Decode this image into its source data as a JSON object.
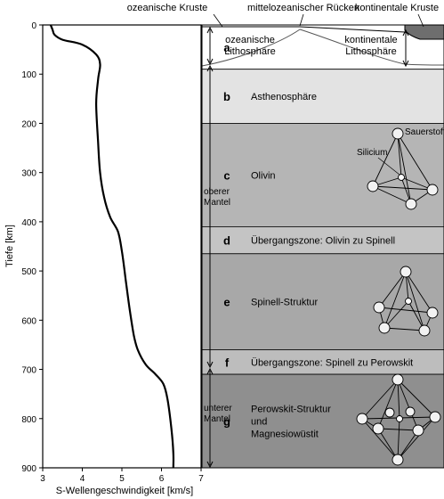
{
  "top_labels": {
    "oceanic_crust": "ozeanische Kruste",
    "mid_ocean_ridge": "mittelozeanischer Rücken",
    "continental_crust": "kontinentale Kruste"
  },
  "lithosphere_labels": {
    "oceanic": [
      "ozeanische",
      "Lithosphäre"
    ],
    "continental": [
      "kontinentale",
      "Lithosphäre"
    ]
  },
  "mantle_labels": {
    "upper": [
      "oberer",
      "Mantel"
    ],
    "lower": [
      "unterer",
      "Mantel"
    ]
  },
  "axes": {
    "ylabel": "Tiefe [km]",
    "xlabel": "S-Wellengeschwindigkeit [km/s]",
    "y_ticks": [
      0,
      100,
      200,
      300,
      400,
      500,
      600,
      700,
      800,
      900
    ],
    "x_ticks": [
      3,
      4,
      5,
      6,
      7
    ]
  },
  "layers": [
    {
      "letter": "a",
      "text": [],
      "top_km": 0,
      "bottom_km": 90,
      "color": "#ffffff"
    },
    {
      "letter": "b",
      "text": [
        "Asthenosphäre"
      ],
      "top_km": 90,
      "bottom_km": 200,
      "color": "#e3e3e3"
    },
    {
      "letter": "c",
      "text": [
        "Olivin"
      ],
      "top_km": 200,
      "bottom_km": 410,
      "color": "#b5b5b5"
    },
    {
      "letter": "d",
      "text": [
        "Übergangszone: Olivin zu Spinell"
      ],
      "top_km": 410,
      "bottom_km": 465,
      "color": "#c4c4c4"
    },
    {
      "letter": "e",
      "text": [
        "Spinell-Struktur"
      ],
      "top_km": 465,
      "bottom_km": 660,
      "color": "#a8a8a8"
    },
    {
      "letter": "f",
      "text": [
        "Übergangszone: Spinell zu Perowskit"
      ],
      "top_km": 660,
      "bottom_km": 710,
      "color": "#bdbdbd"
    },
    {
      "letter": "g",
      "text": [
        "Perowskit-Struktur",
        "und",
        "Magnesiowüstit"
      ],
      "top_km": 710,
      "bottom_km": 900,
      "color": "#8f8f8f"
    }
  ],
  "molecule_labels": {
    "oxygen": "Sauerstoff",
    "silicon": "Silicium"
  },
  "icons": [
    "tetrahedron-molecule-icon",
    "octahedron-molecule-icon",
    "perovskite-molecule-icon"
  ],
  "chart_data": {
    "type": "line",
    "xlabel": "S-Wellengeschwindigkeit [km/s]",
    "ylabel": "Tiefe [km]",
    "xlim": [
      3,
      7
    ],
    "ylim": [
      900,
      0
    ],
    "series": [
      {
        "x": [
          3.2,
          3.25,
          3.3,
          3.5,
          4.0,
          4.35,
          4.45,
          4.4,
          4.35,
          4.4,
          4.45,
          4.55,
          4.7,
          4.9,
          5.0,
          5.1,
          5.2,
          5.3,
          5.4,
          5.6,
          5.85,
          6.05,
          6.15,
          6.25,
          6.3,
          6.3
        ],
        "y": [
          0,
          10,
          20,
          30,
          40,
          60,
          80,
          110,
          160,
          240,
          300,
          350,
          390,
          420,
          460,
          520,
          580,
          630,
          660,
          690,
          710,
          730,
          760,
          820,
          870,
          900
        ]
      }
    ]
  }
}
